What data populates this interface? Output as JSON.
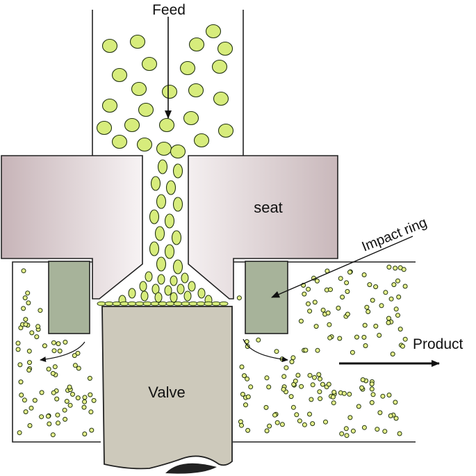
{
  "labels": {
    "feed": "Feed",
    "seat": "seat",
    "impact_ring": "Impact ring",
    "product": "Product",
    "valve": "Valve"
  },
  "colors": {
    "feed_particle": "#d7ec7c",
    "product_particle": "#e5f08c",
    "particle_outline": "#223311",
    "seat_gradient_dark": "#c7b4b8",
    "seat_gradient_light": "#f7f3f4",
    "impact_ring": "#a7b39a",
    "valve": "#cdc9bb",
    "outline": "#222222"
  }
}
